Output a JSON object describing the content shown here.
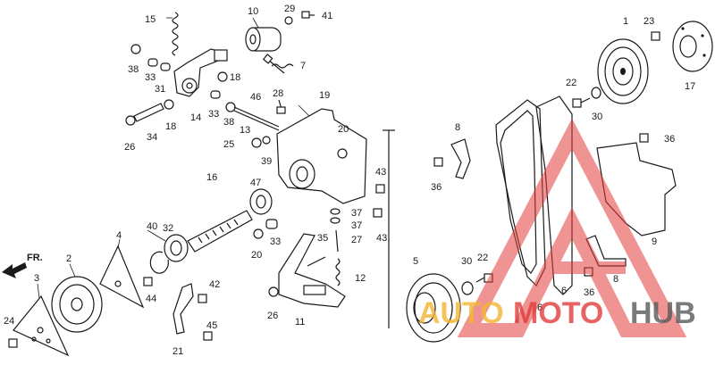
{
  "diagram": {
    "labels": [
      {
        "id": "p15",
        "text": "15"
      },
      {
        "id": "p10",
        "text": "10"
      },
      {
        "id": "p29",
        "text": "29"
      },
      {
        "id": "p41",
        "text": "41"
      },
      {
        "id": "p38a",
        "text": "38"
      },
      {
        "id": "p33a",
        "text": "33"
      },
      {
        "id": "p31",
        "text": "31"
      },
      {
        "id": "p18a",
        "text": "18"
      },
      {
        "id": "p7",
        "text": "7"
      },
      {
        "id": "p46",
        "text": "46"
      },
      {
        "id": "p28",
        "text": "28"
      },
      {
        "id": "p14",
        "text": "14"
      },
      {
        "id": "p33b",
        "text": "33"
      },
      {
        "id": "p38b",
        "text": "38"
      },
      {
        "id": "p13",
        "text": "13"
      },
      {
        "id": "p19",
        "text": "19"
      },
      {
        "id": "p26a",
        "text": "26"
      },
      {
        "id": "p34",
        "text": "34"
      },
      {
        "id": "p18b",
        "text": "18"
      },
      {
        "id": "p25",
        "text": "25"
      },
      {
        "id": "p39",
        "text": "39"
      },
      {
        "id": "p20a",
        "text": "20"
      },
      {
        "id": "p8a",
        "text": "8"
      },
      {
        "id": "p36a",
        "text": "36"
      },
      {
        "id": "p1",
        "text": "1"
      },
      {
        "id": "p23",
        "text": "23"
      },
      {
        "id": "p17",
        "text": "17"
      },
      {
        "id": "p22a",
        "text": "22"
      },
      {
        "id": "p30a",
        "text": "30"
      },
      {
        "id": "p36b",
        "text": "36"
      },
      {
        "id": "p16",
        "text": "16"
      },
      {
        "id": "p47",
        "text": "47"
      },
      {
        "id": "p43a",
        "text": "43"
      },
      {
        "id": "p37a",
        "text": "37"
      },
      {
        "id": "p37b",
        "text": "37"
      },
      {
        "id": "p43b",
        "text": "43"
      },
      {
        "id": "p27",
        "text": "27"
      },
      {
        "id": "p40",
        "text": "40"
      },
      {
        "id": "p32",
        "text": "32"
      },
      {
        "id": "p33c",
        "text": "33"
      },
      {
        "id": "p20b",
        "text": "20"
      },
      {
        "id": "p4",
        "text": "4"
      },
      {
        "id": "p35",
        "text": "35"
      },
      {
        "id": "p9",
        "text": "9"
      },
      {
        "id": "p2",
        "text": "2"
      },
      {
        "id": "p3",
        "text": "3"
      },
      {
        "id": "p44",
        "text": "44"
      },
      {
        "id": "p42",
        "text": "42"
      },
      {
        "id": "p12",
        "text": "12"
      },
      {
        "id": "p26b",
        "text": "26"
      },
      {
        "id": "p11",
        "text": "11"
      },
      {
        "id": "p5",
        "text": "5"
      },
      {
        "id": "p30b",
        "text": "30"
      },
      {
        "id": "p22b",
        "text": "22"
      },
      {
        "id": "p8b",
        "text": "8"
      },
      {
        "id": "p36c",
        "text": "36"
      },
      {
        "id": "p6a",
        "text": "6"
      },
      {
        "id": "p6b",
        "text": "6"
      },
      {
        "id": "p24",
        "text": "24"
      },
      {
        "id": "p45",
        "text": "45"
      },
      {
        "id": "p21",
        "text": "21"
      }
    ],
    "front_indicator": "FR.",
    "watermark": {
      "word_a": "AUTO",
      "word_b": "MOTO",
      "word_c": "HUB",
      "color_red": "#e23b3b",
      "color_yellow": "#f2b632",
      "color_gray": "#5a5a5a"
    }
  }
}
